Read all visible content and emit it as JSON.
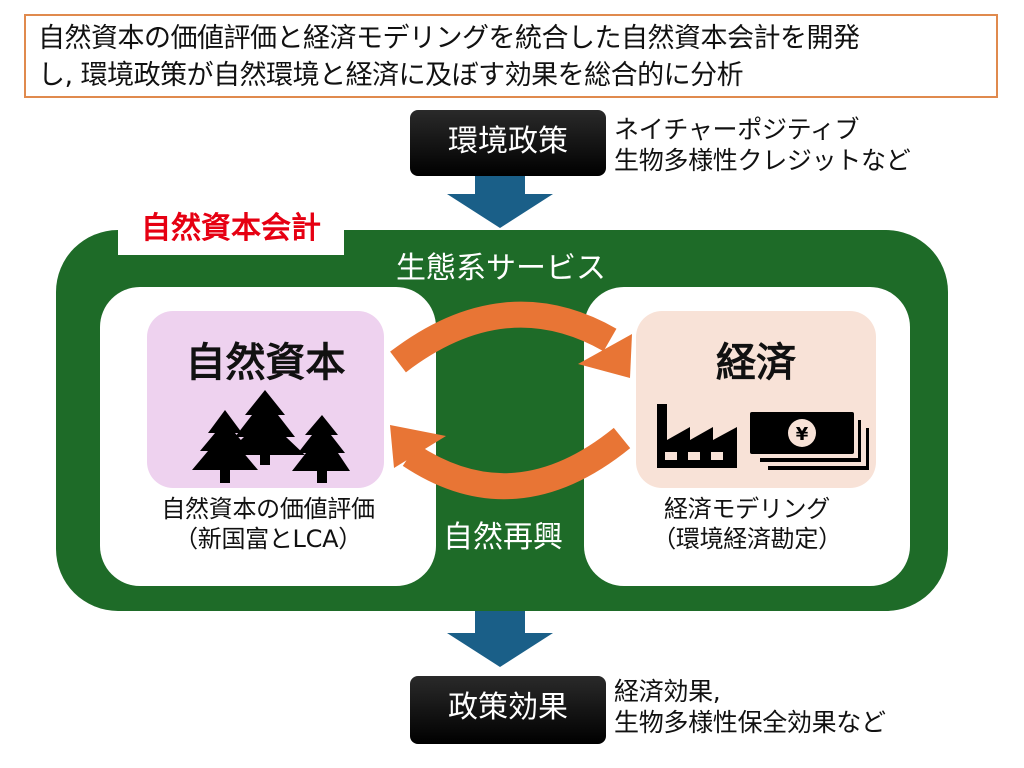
{
  "headline": {
    "line1": "自然資本の価値評価と経済モデリングを統合した自然資本会計を開発",
    "line2": "し, 環境政策が自然環境と経済に及ぼす効果を総合的に分析"
  },
  "input": {
    "box_label": "環境政策",
    "note_line1": "ネイチャーポジティブ",
    "note_line2": "生物多様性クレジットなど"
  },
  "framework": {
    "label": "自然資本会計",
    "top_flow_label": "生態系サービス",
    "bottom_flow_label": "自然再興",
    "natural_capital": {
      "title": "自然資本",
      "icon": "trees-icon",
      "caption_line1": "自然資本の価値評価",
      "caption_line2": "（新国富とLCA）"
    },
    "economy": {
      "title": "経済",
      "icons": [
        "factory-icon",
        "yen-banknotes-icon"
      ],
      "caption_line1": "経済モデリング",
      "caption_line2": "（環境経済勘定）"
    }
  },
  "output": {
    "box_label": "政策効果",
    "note_line1": "経済効果,",
    "note_line2": "生物多様性保全効果など"
  },
  "colors": {
    "frame_green": "#1e6b28",
    "flow_arrow_orange": "#e87535",
    "down_arrow_blue": "#1a5f88",
    "label_red": "#e60012",
    "headline_border": "#e08a4e",
    "natural_capital_bg": "#eed2ef",
    "economy_bg": "#f8e2d7"
  }
}
